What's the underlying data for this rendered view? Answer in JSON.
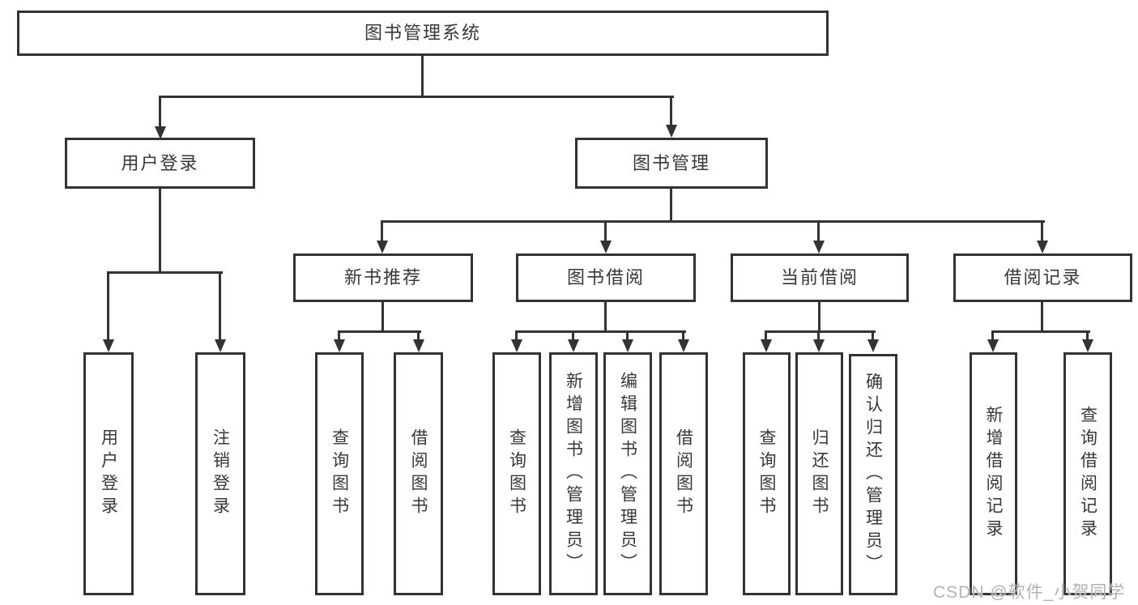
{
  "diagram": {
    "type": "hierarchy-tree",
    "root": {
      "label": "图书管理系统"
    },
    "branches": {
      "user_login": {
        "label": "用户登录",
        "children": [
          "用户登录",
          "注销登录"
        ]
      },
      "book_management": {
        "label": "图书管理",
        "children": {
          "new_book_recommend": {
            "label": "新书推荐",
            "children": [
              "查询图书",
              "借阅图书"
            ]
          },
          "book_borrowing": {
            "label": "图书借阅",
            "children": [
              "查询图书",
              "新增图书（管理员）",
              "编辑图书（管理员）",
              "借阅图书"
            ]
          },
          "current_borrowing": {
            "label": "当前借阅",
            "children": [
              "查询图书",
              "归还图书",
              "确认归还（管理员）"
            ]
          },
          "borrowing_records": {
            "label": "借阅记录",
            "children": [
              "新增借阅记录",
              "查询借阅记录"
            ]
          }
        }
      }
    },
    "watermark": "CSDN @软件_小贺同学",
    "colors": {
      "line": "#333333",
      "text": "#383838",
      "background": "#ffffff",
      "watermark": "#b3b3b3"
    }
  }
}
